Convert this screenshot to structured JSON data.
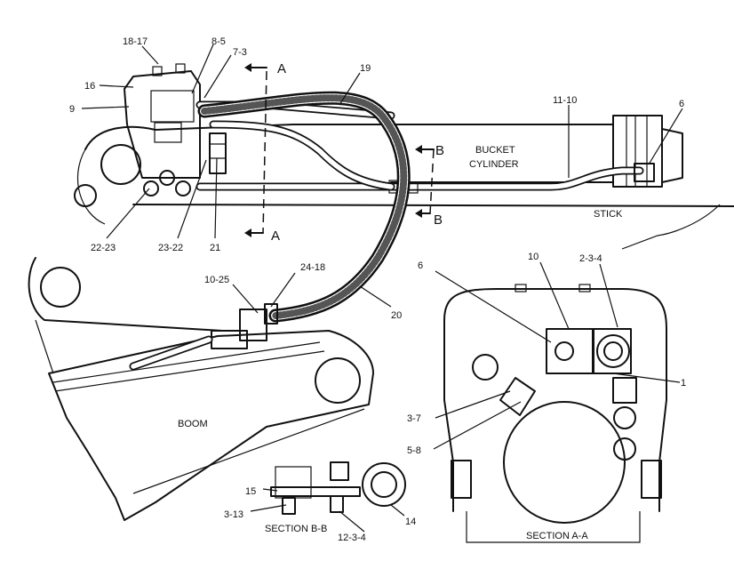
{
  "labels": {
    "l_18_17": "18-17",
    "l_8_5": "8-5",
    "l_7_3": "7-3",
    "l_A_top": "A",
    "l_16": "16",
    "l_9": "9",
    "l_19": "19",
    "l_11_10": "11-10",
    "l_6_top": "6",
    "l_bucket": "BUCKET",
    "l_cylinder": "CYLINDER",
    "l_B_top": "B",
    "l_B_bottom": "B",
    "l_stick": "STICK",
    "l_22_23": "22-23",
    "l_23_22": "23-22",
    "l_21": "21",
    "l_A_bottom": "A",
    "l_10_25": "10-25",
    "l_24_18": "24-18",
    "l_20": "20",
    "l_6_sec": "6",
    "l_10_sec": "10",
    "l_2_3_4": "2-3-4",
    "l_1": "1",
    "l_3_7": "3-7",
    "l_5_8": "5-8",
    "l_boom": "BOOM",
    "l_15": "15",
    "l_3_13": "3-13",
    "l_14": "14",
    "l_12_3_4": "12-3-4",
    "l_section_bb": "SECTION  B-B",
    "l_section_aa": "SECTION  A-A"
  }
}
